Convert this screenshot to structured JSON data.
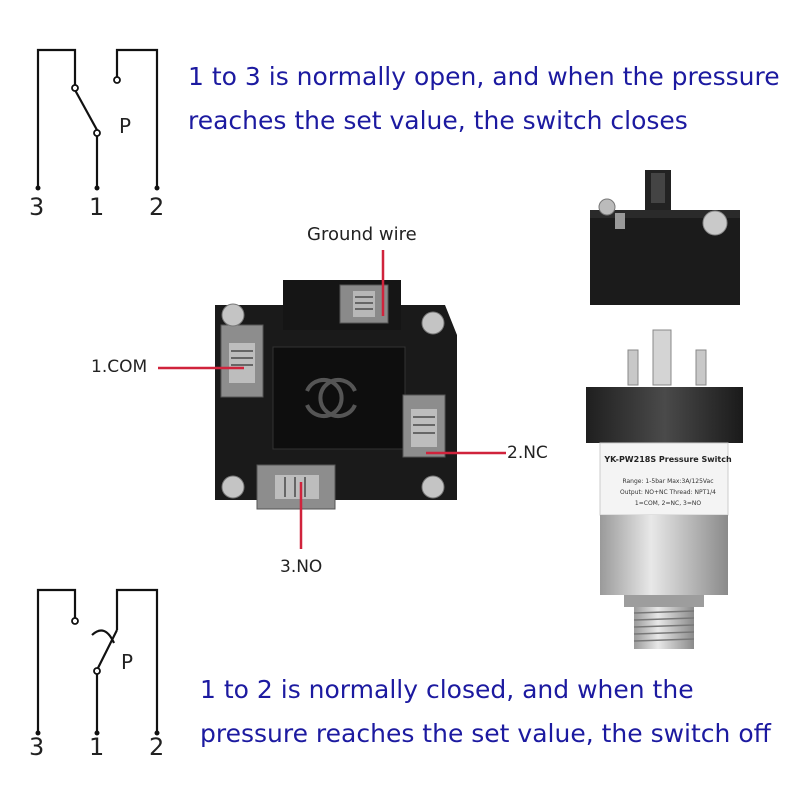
{
  "top_schematic": {
    "terminals": [
      "3",
      "1",
      "2"
    ],
    "pressure_label": "P",
    "caption_line1": "1 to 3 is normally open, and when the pressure",
    "caption_line2": "reaches the set value, the switch closes"
  },
  "bottom_schematic": {
    "terminals": [
      "3",
      "1",
      "2"
    ],
    "pressure_label": "P",
    "caption_line1": "1 to 2 is normally closed, and when the",
    "caption_line2": "pressure reaches the set value, the switch off"
  },
  "terminal_callouts": {
    "ground": "Ground wire",
    "com": "1.COM",
    "nc": "2.NC",
    "no": "3.NO"
  },
  "sensor_label": {
    "title": "YK-PW218S Pressure Switch",
    "line1": "Range: 1-5bar   Max:3A/125Vac",
    "line2": "Output: NO+NC  Thread: NPT1/4",
    "line3": "1=COM, 2=NC, 3=NO"
  },
  "colors": {
    "caption": "#1c1aa0",
    "callout_line": "#d0233c",
    "connector_body": "#1a1a1a"
  }
}
